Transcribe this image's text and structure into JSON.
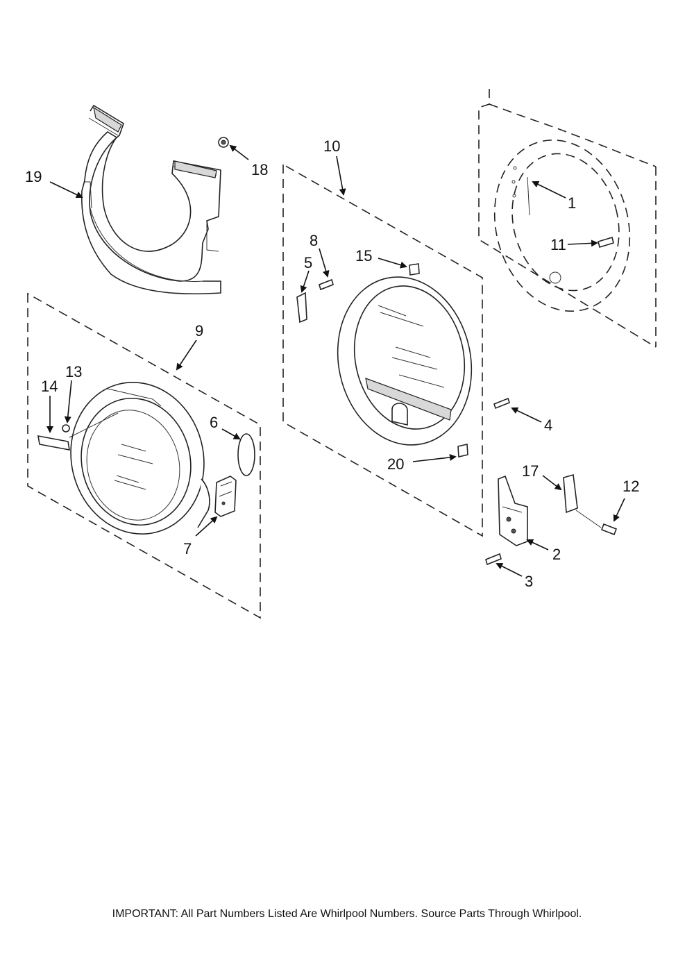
{
  "callouts": {
    "c1": "1",
    "c2": "2",
    "c3": "3",
    "c4": "4",
    "c5": "5",
    "c6": "6",
    "c7": "7",
    "c8": "8",
    "c9": "9",
    "c10": "10",
    "c11": "11",
    "c12": "12",
    "c13": "13",
    "c14": "14",
    "c15": "15",
    "c17": "17",
    "c18": "18",
    "c19": "19",
    "c20": "20"
  },
  "footer": {
    "note": "IMPORTANT: All Part Numbers Listed Are Whirlpool Numbers. Source Parts Through Whirlpool."
  },
  "colors": {
    "ink": "#222222",
    "background": "#ffffff"
  }
}
